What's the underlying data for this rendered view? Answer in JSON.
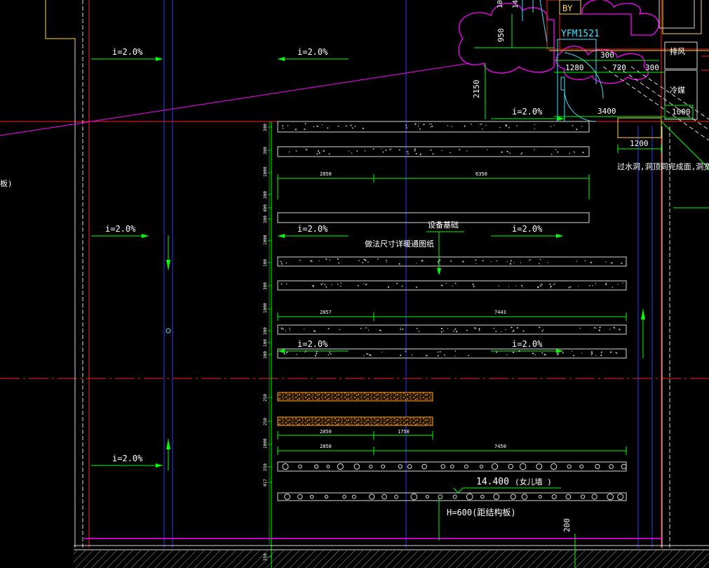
{
  "colors": {
    "background": "#000000",
    "axis_red": "#ff2020",
    "wall_white": "#d9d9d9",
    "dim_green": "#00ff00",
    "slope_green": "#33ff66",
    "pipe_blue": "#2a3bff",
    "magenta": "#ff00ff",
    "yellow": "#ffd54a",
    "cyan": "#3fe0ff",
    "orange": "#ffa018",
    "gray": "#9a9a9a",
    "text_white": "#ffffff"
  },
  "slopes": {
    "top_left": "i=2.0%",
    "top_mid": "i=2.0%",
    "top_right": "i=2.0%",
    "mid_left": "i=2.0%",
    "row1_left": "i=2.0%",
    "row1_right": "i=2.0%",
    "row2_left": "i=2.0%",
    "row2_right": "i=2.0%",
    "bottom_left": "i=2.0%"
  },
  "callouts": {
    "equipment_base": "设备基础",
    "equipment_note": "做法尺寸详暖通图纸",
    "parapet_elev": "14.400",
    "parapet_label": "(女儿墙    )",
    "height_note": "H=600(距结构板)",
    "left_edge_text": "板)",
    "hole_note": "过水洞,洞顶同完成面,洞宽"
  },
  "top_right": {
    "door_code": "YFM1521",
    "cut_code": "BY",
    "room_fan": "排风",
    "room_cool": "冷媒",
    "dims": {
      "d950": "950",
      "d10": "10",
      "d14": "14",
      "d2150": "2150",
      "d300": "300",
      "d1280": "1280",
      "d720": "720",
      "d300b": "300",
      "d3400": "3400",
      "d1000": "1000",
      "d1200": "1200"
    }
  },
  "slab_dims": {
    "g1_a": "2850",
    "g1_b": "6350",
    "g2_a": "2857",
    "g2_b": "7443",
    "g3_a": "2850",
    "g3_b": "1750",
    "g4_a": "2850",
    "g4_b": "7450",
    "d200": "200"
  },
  "left_ticks": {
    "t1": "300",
    "t2": "300",
    "t3": "1000",
    "t4": "300",
    "t5": "400",
    "t6": "300",
    "t7": "1000",
    "t8": "100",
    "t9": "300",
    "t10": "1000",
    "t11": "300",
    "t12": "100",
    "t13": "300",
    "t14": "250",
    "t15": "250",
    "t16": "1000",
    "t17": "250",
    "t18": "417",
    "t19": "250"
  }
}
